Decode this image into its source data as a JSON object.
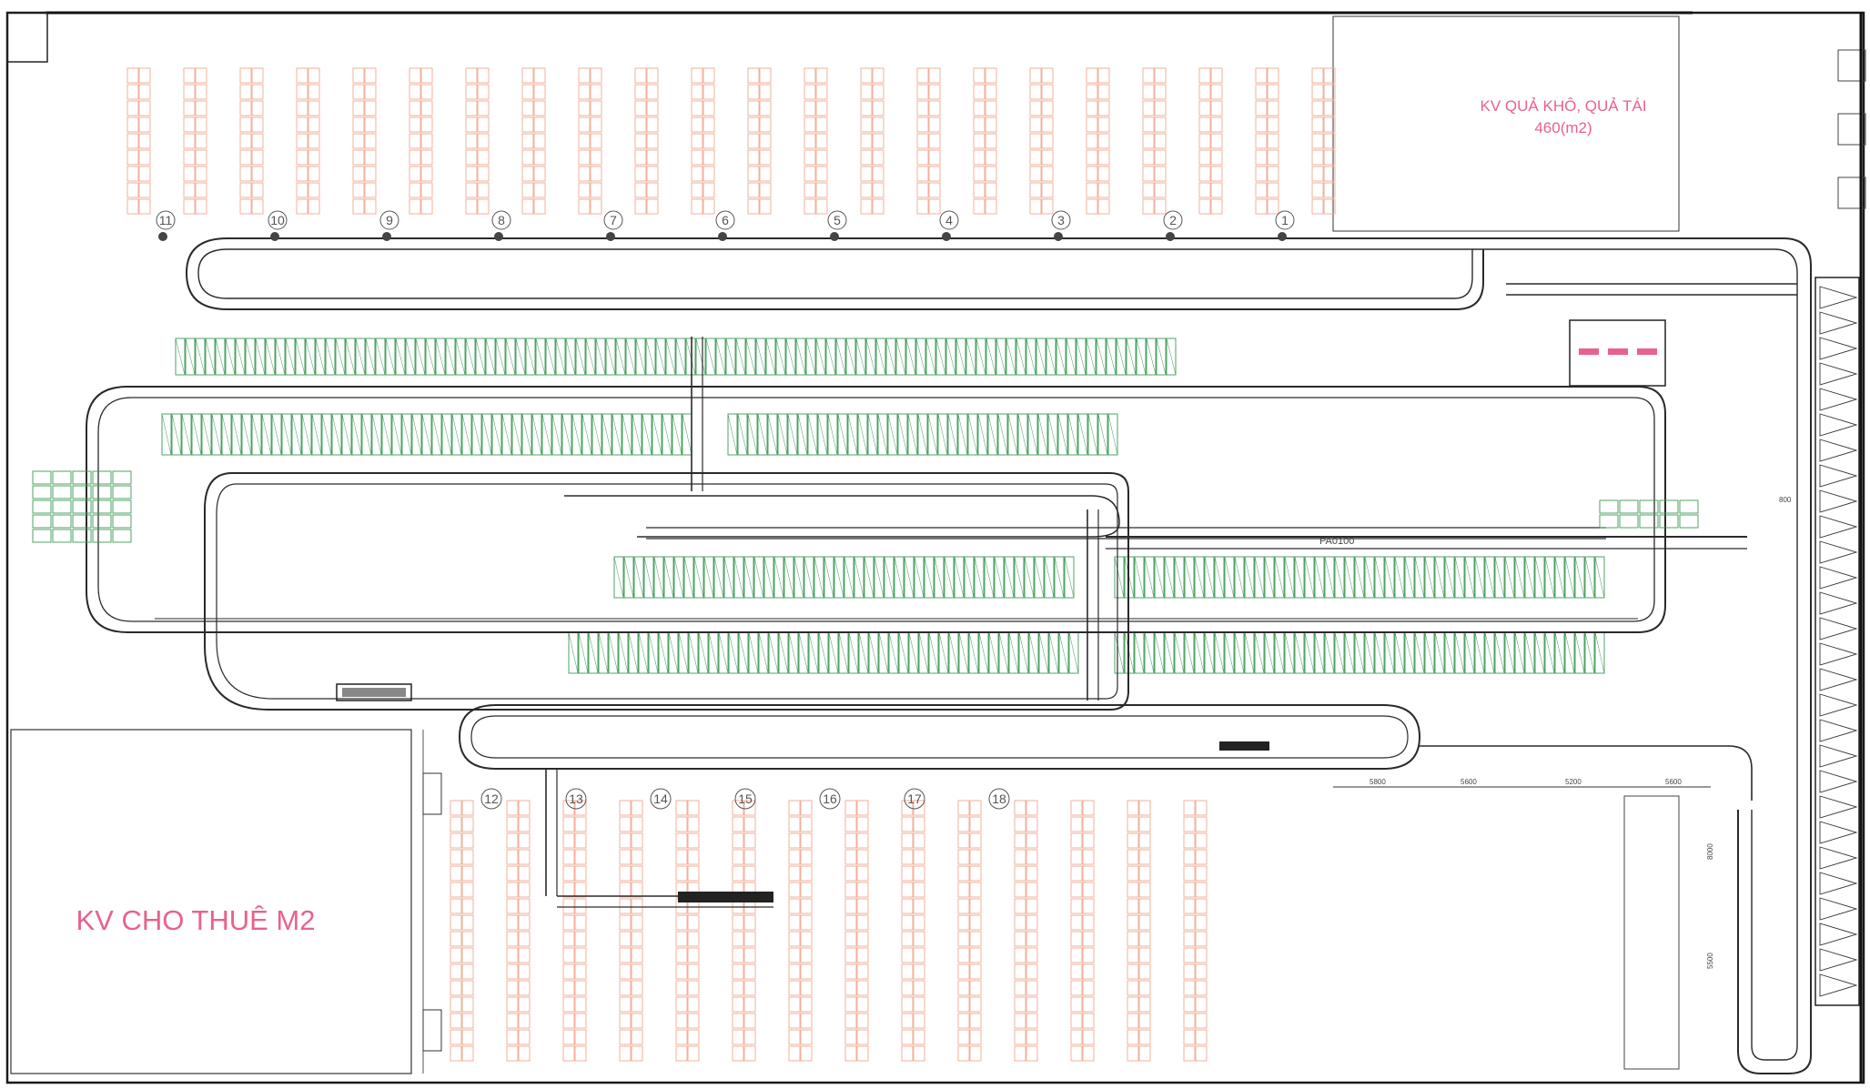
{
  "areas": {
    "dry_fruit": {
      "line1": "KV QUẢ KHÔ, QUẢ TÁI",
      "line2": "460(m2)",
      "color": "#e8628c"
    },
    "rental": {
      "label": "KV CHO THUÊ M2",
      "color": "#e8628c"
    }
  },
  "stations_top": [
    "1",
    "2",
    "3",
    "4",
    "5",
    "6",
    "7",
    "8",
    "9",
    "10",
    "11"
  ],
  "stations_bottom": [
    "12",
    "13",
    "14",
    "15",
    "16",
    "17",
    "18"
  ],
  "labels": {
    "pa": "PA0100",
    "dim_a": "5800",
    "dim_b": "5600",
    "dim_c": "5200",
    "dim_d": "5600",
    "dim_v1": "8000",
    "dim_v2": "5500",
    "dim_small": "800"
  },
  "colors": {
    "rack_pink": "#f1b09b",
    "rack_green": "#3c9a56",
    "conveyor": "#2a2a2a",
    "frame": "#1a1a1a"
  }
}
